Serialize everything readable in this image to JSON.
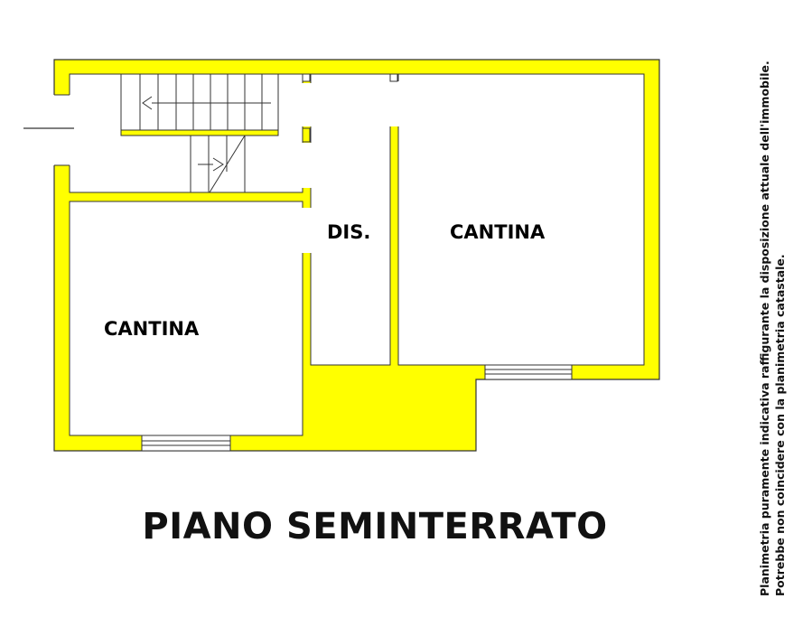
{
  "plan": {
    "wall_color": "#ffff00",
    "outline_color": "#333333",
    "rooms": [
      {
        "id": "cantina-left",
        "label": "CANTINA"
      },
      {
        "id": "dis",
        "label": "DIS."
      },
      {
        "id": "cantina-right",
        "label": "CANTINA"
      }
    ]
  },
  "title": "PIANO SEMINTERRATO",
  "disclaimer": {
    "line1": "Planimetria puramente indicativa raffigurante la disposizione attuale dell'immobile.",
    "line2": "Potrebbe non coincidere con la planimetria catastale."
  }
}
